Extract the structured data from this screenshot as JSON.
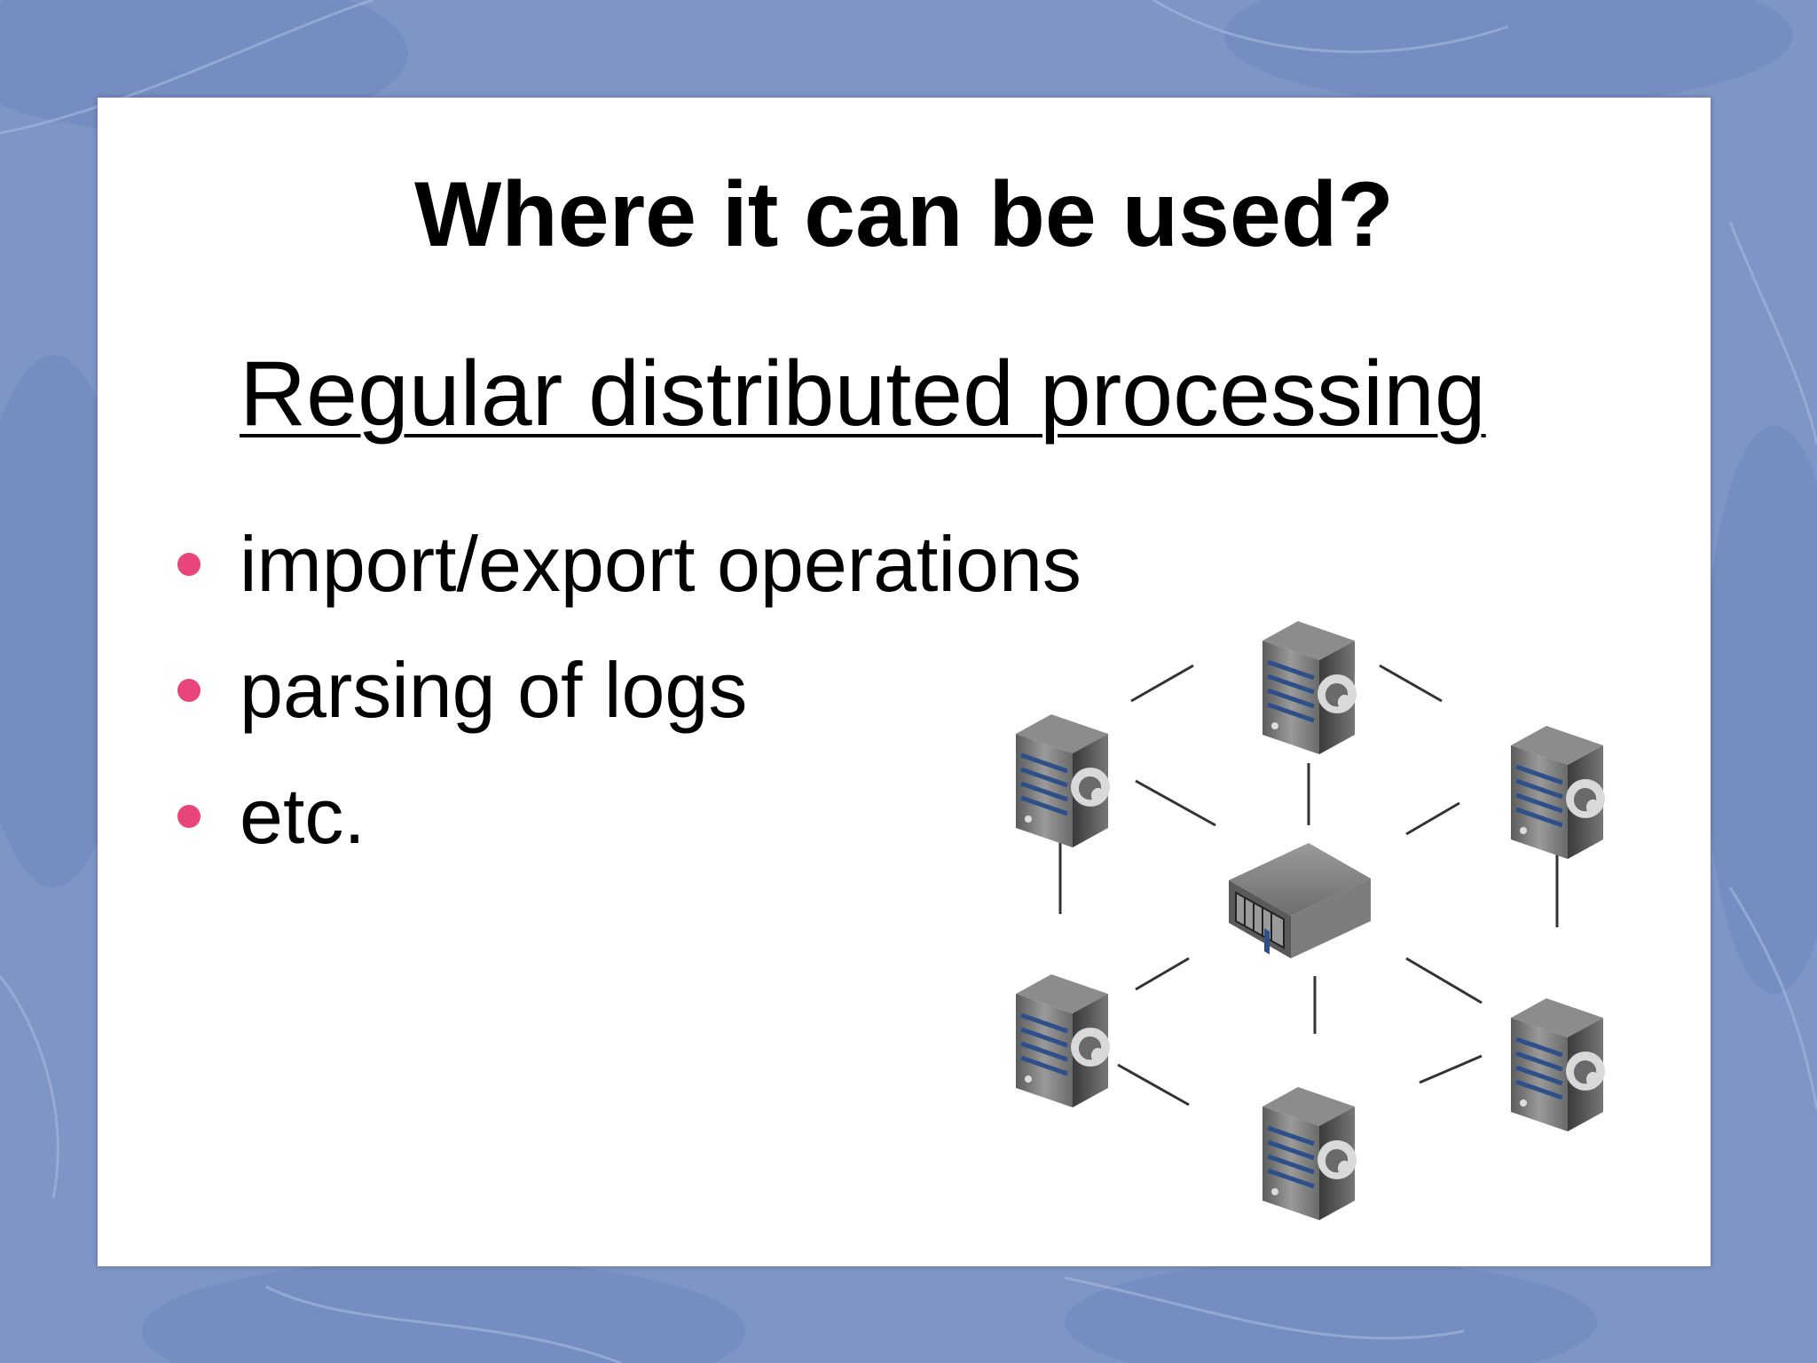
{
  "slide": {
    "title": "Where it can be used?",
    "subtitle": "Regular distributed processing",
    "bullets": [
      "import/export operations",
      "parsing of logs",
      "etc."
    ]
  },
  "colors": {
    "background": "#7f95c6",
    "slide": "#ffffff",
    "bullet": "#e8467a",
    "text": "#000000"
  },
  "illustration": {
    "icon": "server-network-diagram",
    "nodes": [
      "server-tower-icon",
      "server-tower-icon",
      "server-tower-icon",
      "server-tower-icon",
      "server-tower-icon",
      "server-tower-icon",
      "rack-server-icon"
    ]
  }
}
